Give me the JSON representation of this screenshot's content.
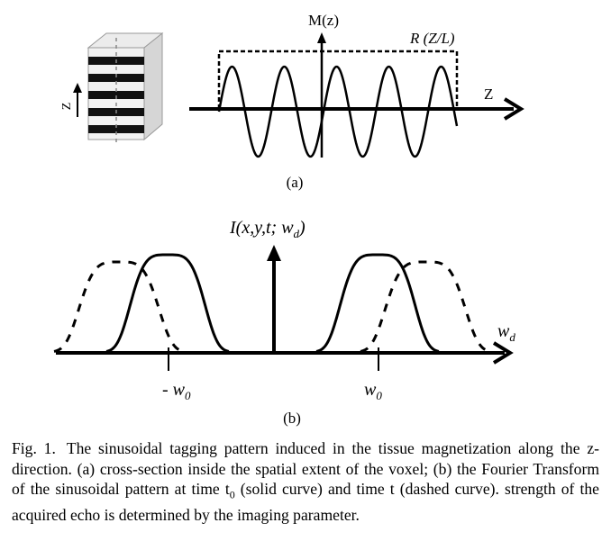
{
  "figure": {
    "panel_a": {
      "label": "(a)",
      "axis_vertical_label": "M(z)",
      "axis_horizontal_label": "Z",
      "rect_label": "R (Z/L)",
      "voxel_axis_label": "Z"
    },
    "panel_b": {
      "label": "(b)",
      "axis_vertical_label": "I(x,y,t; w",
      "axis_vertical_sub": "d",
      "axis_vertical_close": ")",
      "axis_horizontal_label": "w",
      "axis_horizontal_sub": "d",
      "tick_neg_label": "- w",
      "tick_neg_sub": "0",
      "tick_pos_label": "w",
      "tick_pos_sub": "0"
    }
  },
  "caption": {
    "label": "Fig. 1.",
    "text": "The sinusoidal tagging pattern induced in the tissue magnetization along the z-direction. (a) cross-section inside the spatial extent of the voxel; (b) the Fourier Transform of the sinusoidal pattern at time t",
    "t_sub": "0",
    "text_end": " (solid curve) and time t (dashed curve). strength of the acquired echo is determined by the imaging parameter."
  }
}
